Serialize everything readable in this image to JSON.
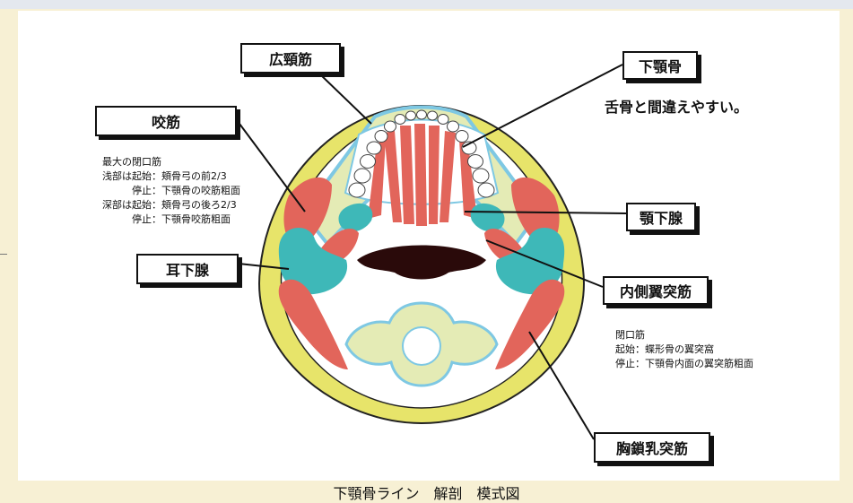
{
  "labels": {
    "platysma": "広頸筋",
    "mandible": "下顎骨",
    "masseter": "咬筋",
    "submandibular_gland": "顎下腺",
    "parotid_gland": "耳下腺",
    "medial_pterygoid": "内側翼突筋",
    "sternocleidomastoid": "胸鎖乳突筋"
  },
  "notes": {
    "mandible_warning": "舌骨と間違えやすい。",
    "masseter": [
      "最大の閉口筋",
      "浅部は起始：頬骨弓の前2/3",
      "　　　停止：下顎骨の咬筋粗面",
      "深部は起始：頬骨弓の後ろ2/3",
      "　　　停止：下顎骨咬筋粗面"
    ],
    "medial_pterygoid": [
      "閉口筋",
      "起始：蝶形骨の翼突窩",
      "停止：下顎骨内面の翼突筋粗面"
    ]
  },
  "caption": "下顎骨ライン　解剖　模式図",
  "colors": {
    "skin": "#e7e46a",
    "muscle": "#e2655b",
    "gland": "#3eb8b8",
    "bone": "#e4ebb5",
    "outline": "#7ec8e3",
    "airway": "#2a0a0a"
  }
}
